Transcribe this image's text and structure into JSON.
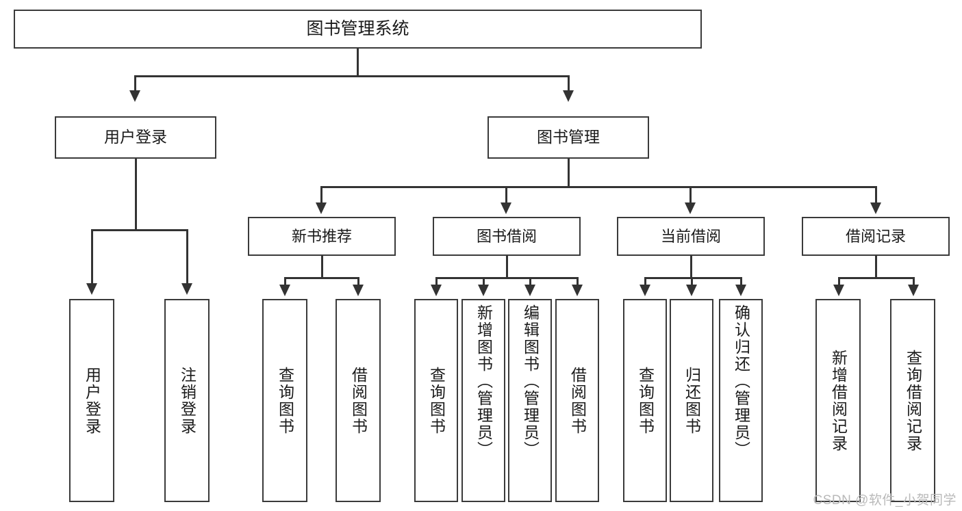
{
  "diagram": {
    "title": "图书管理系统",
    "type": "tree-hierarchy-diagram",
    "watermark": "CSDN @软件_小贺同学",
    "root": {
      "id": "root",
      "label": "图书管理系统"
    },
    "level2": [
      {
        "id": "user-login",
        "label": "用户登录"
      },
      {
        "id": "book-manage",
        "label": "图书管理"
      }
    ],
    "level3": [
      {
        "id": "new-book-recommend",
        "label": "新书推荐"
      },
      {
        "id": "book-borrow",
        "label": "图书借阅"
      },
      {
        "id": "current-borrow",
        "label": "当前借阅"
      },
      {
        "id": "borrow-record",
        "label": "借阅记录"
      }
    ],
    "leaves": [
      {
        "id": "leaf-user-login",
        "label": "用户登录",
        "parent": "user-login"
      },
      {
        "id": "leaf-user-logout",
        "label": "注销登录",
        "parent": "user-login"
      },
      {
        "id": "leaf-query-book-1",
        "label": "查询图书",
        "parent": "new-book-recommend"
      },
      {
        "id": "leaf-borrow-book-1",
        "label": "借阅图书",
        "parent": "new-book-recommend"
      },
      {
        "id": "leaf-query-book-2",
        "label": "查询图书",
        "parent": "book-borrow"
      },
      {
        "id": "leaf-add-book",
        "label": "新增图书（管理员）",
        "parent": "book-borrow"
      },
      {
        "id": "leaf-edit-book",
        "label": "编辑图书（管理员）",
        "parent": "book-borrow"
      },
      {
        "id": "leaf-borrow-book-2",
        "label": "借阅图书",
        "parent": "book-borrow"
      },
      {
        "id": "leaf-query-book-3",
        "label": "查询图书",
        "parent": "current-borrow"
      },
      {
        "id": "leaf-return-book",
        "label": "归还图书",
        "parent": "current-borrow"
      },
      {
        "id": "leaf-confirm-return",
        "label": "确认归还（管理员）",
        "parent": "current-borrow"
      },
      {
        "id": "leaf-add-record",
        "label": "新增借阅记录",
        "parent": "borrow-record"
      },
      {
        "id": "leaf-query-record",
        "label": "查询借阅记录",
        "parent": "borrow-record"
      }
    ],
    "colors": {
      "box_border": "#3a3a3a",
      "connector": "#333333",
      "background": "#ffffff",
      "text": "#1a1a1a",
      "watermark": "#b9b9b9"
    }
  }
}
